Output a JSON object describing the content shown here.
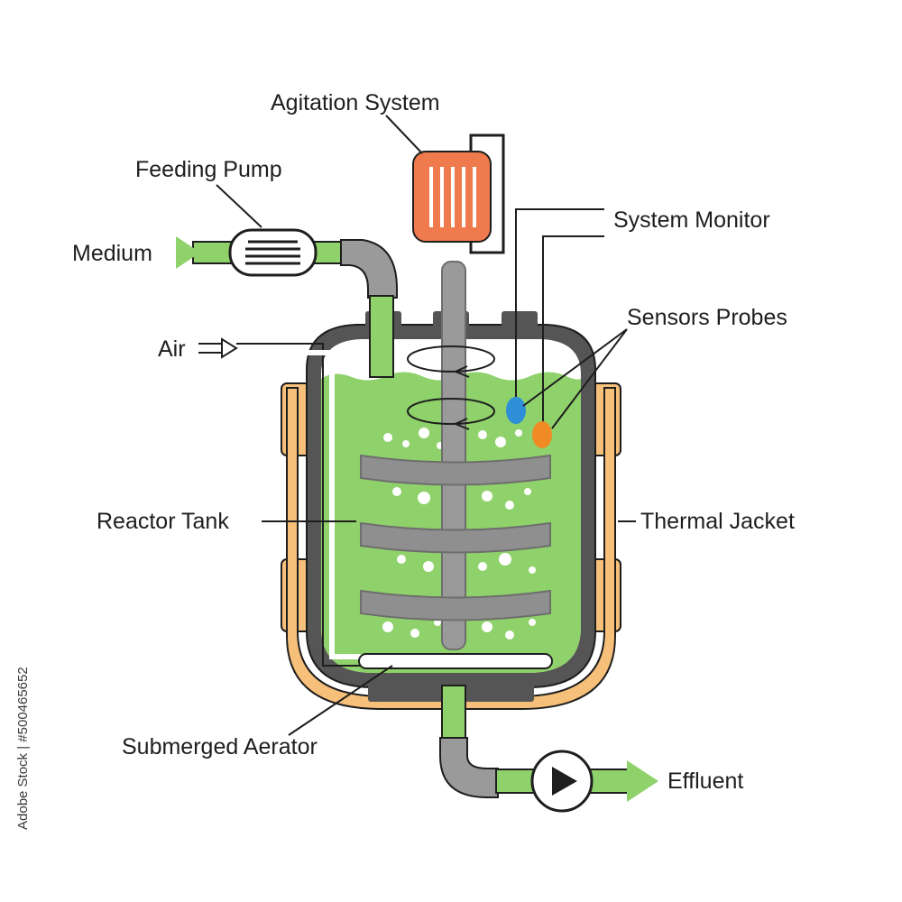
{
  "labels": {
    "agitation": "Agitation System",
    "feeding_pump": "Feeding Pump",
    "medium": "Medium",
    "system_monitor": "System Monitor",
    "sensors": "Sensors Probes",
    "air": "Air",
    "reactor_tank": "Reactor Tank",
    "thermal_jacket": "Thermal Jacket",
    "aerator": "Submerged Aerator",
    "effluent": "Effluent"
  },
  "watermark": "Adobe Stock | #500465652",
  "colors": {
    "liquid": "#8fd16a",
    "tank_wall": "#555555",
    "jacket": "#f7c07a",
    "motor": "#ee7a4e",
    "pipe_gray": "#9a9a9a",
    "flow_arrow": "#8fd16a",
    "probe_blue": "#2e8fd8",
    "probe_orange": "#f08a24"
  },
  "icons": [
    "motor-icon",
    "pump-icon",
    "impeller-icon",
    "rotation-arrow-icon",
    "sensor-probe-icon",
    "flow-arrow-icon",
    "effluent-pump-icon"
  ]
}
